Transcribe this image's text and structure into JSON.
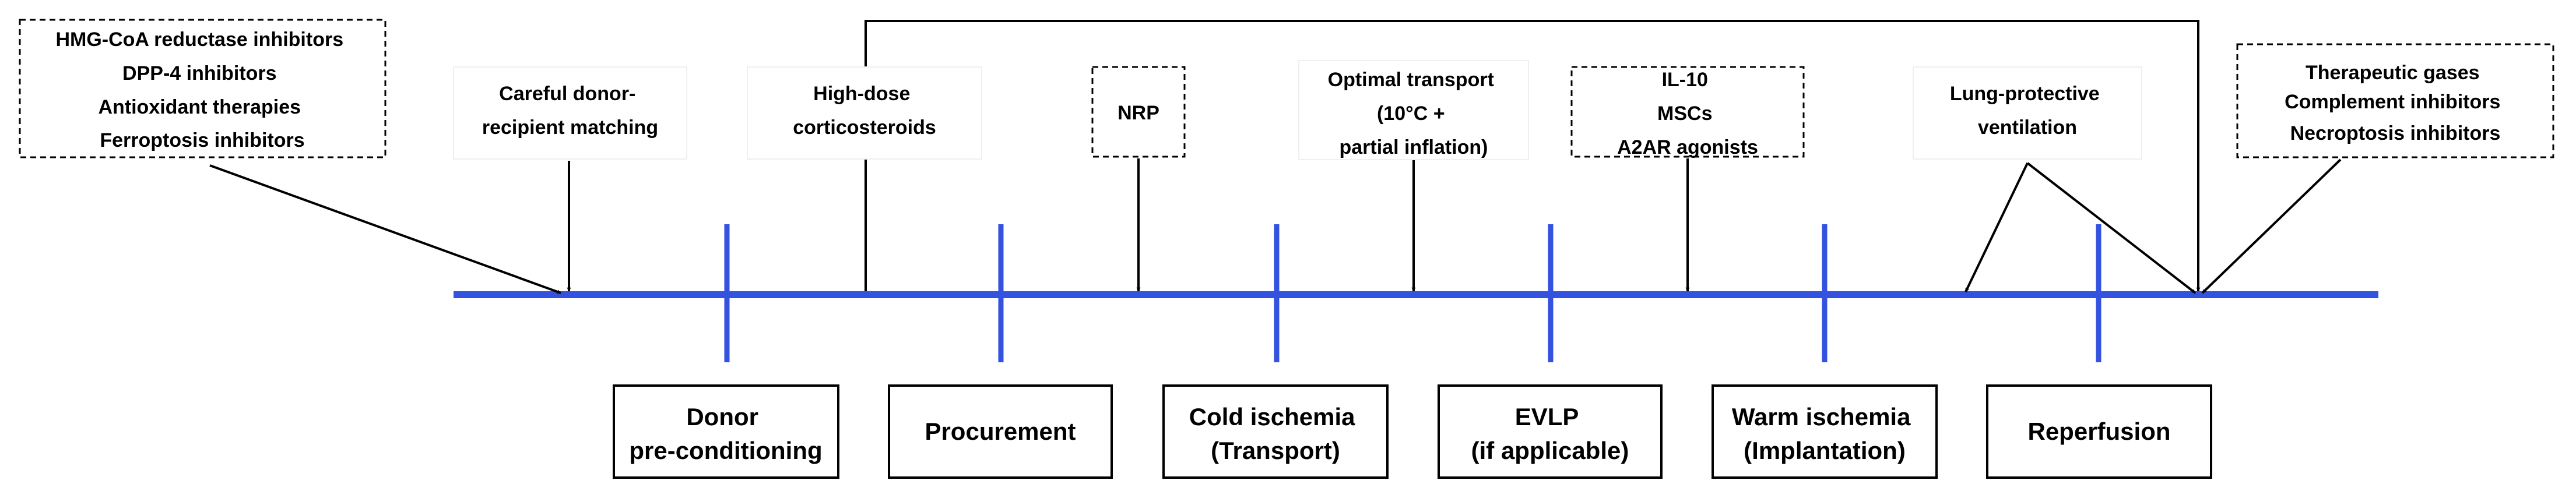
{
  "colors": {
    "timeline": "#3352e0",
    "tick": "#3352e0",
    "arrow": "#000000",
    "text": "#000000",
    "background": "#ffffff"
  },
  "interventions": [
    {
      "id": "pharma",
      "lines": [
        "HMG-CoA reductase inhibitors",
        "DPP-4 inhibitors",
        "Antioxidant therapies",
        "Ferroptosis inhibitors"
      ],
      "border": "dashed"
    },
    {
      "id": "matching",
      "lines": [
        "Careful donor-",
        "recipient matching"
      ],
      "border": "none"
    },
    {
      "id": "steroids",
      "lines": [
        "High-dose",
        "corticosteroids"
      ],
      "border": "none"
    },
    {
      "id": "nrp",
      "lines": [
        "NRP"
      ],
      "border": "dashed"
    },
    {
      "id": "transport",
      "lines": [
        "Optimal transport",
        "(10°C +",
        "partial inflation)"
      ],
      "border": "none"
    },
    {
      "id": "il10",
      "lines": [
        "IL-10",
        "MSCs",
        "A2AR agonists"
      ],
      "border": "dashed"
    },
    {
      "id": "ventilation",
      "lines": [
        "Lung-protective",
        "ventilation"
      ],
      "border": "none"
    },
    {
      "id": "gases",
      "lines": [
        "Therapeutic gases",
        "Complement inhibitors",
        "Necroptosis inhibitors"
      ],
      "border": "dashed"
    }
  ],
  "stages": [
    {
      "id": "donor",
      "lines": [
        "Donor",
        "pre-conditioning"
      ]
    },
    {
      "id": "procurement",
      "lines": [
        "Procurement"
      ]
    },
    {
      "id": "cold",
      "lines": [
        "Cold ischemia",
        "(Transport)"
      ]
    },
    {
      "id": "evlp",
      "lines": [
        "EVLP",
        "(if applicable)"
      ]
    },
    {
      "id": "warm",
      "lines": [
        "Warm ischemia",
        "(Implantation)"
      ]
    },
    {
      "id": "reperfusion",
      "lines": [
        "Reperfusion"
      ]
    }
  ]
}
